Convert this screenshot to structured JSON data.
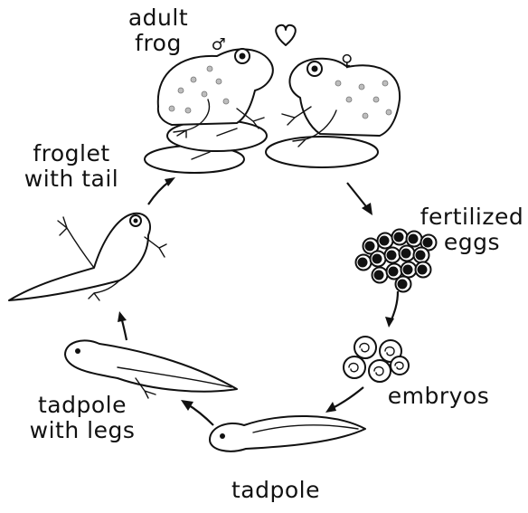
{
  "diagram": {
    "labels": {
      "adult_frog_line1": "adult",
      "adult_frog_line2": "frog",
      "fertilized_line1": "fertilized",
      "fertilized_line2": "eggs",
      "embryos": "embryos",
      "tadpole": "tadpole",
      "tadpole_legs_line1": "tadpole",
      "tadpole_legs_line2": "with legs",
      "froglet_line1": "froglet",
      "froglet_line2": "with tail"
    },
    "symbols": {
      "male": "♂",
      "female": "♀"
    }
  }
}
